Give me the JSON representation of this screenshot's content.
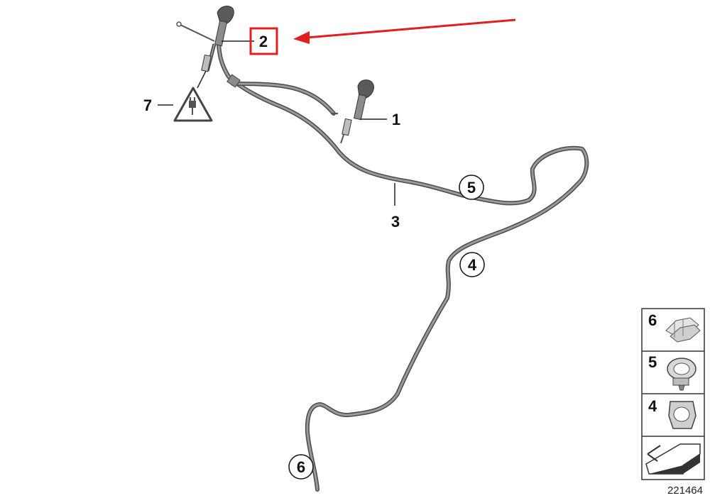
{
  "callouts": {
    "part_1": "1",
    "part_2": "2",
    "part_3": "3",
    "part_4": "4",
    "part_5": "5",
    "part_6": "6",
    "part_7": "7"
  },
  "legend_panel": {
    "items": [
      {
        "number": "6",
        "icon": "hose-clamp-icon"
      },
      {
        "number": "5",
        "icon": "hose-clip-icon"
      },
      {
        "number": "4",
        "icon": "hose-holder-icon"
      },
      {
        "number": "",
        "icon": "arrow-icon"
      }
    ]
  },
  "reference_number": "221464",
  "colors": {
    "highlight": "#e02020",
    "hose": "#7a7a7a",
    "hose_outline": "#4a4a4a",
    "line": "#222222"
  }
}
